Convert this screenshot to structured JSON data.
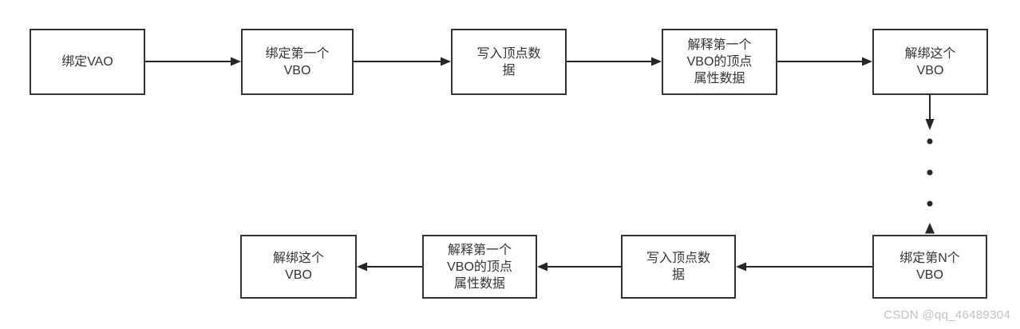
{
  "diagram": {
    "type": "flowchart",
    "nodes": [
      {
        "id": "bind-vao",
        "label": "绑定VAO"
      },
      {
        "id": "bind-first-vbo",
        "label": "绑定第一个\nVBO"
      },
      {
        "id": "write-vertex-data-top",
        "label": "写入顶点数\n据"
      },
      {
        "id": "explain-first-vbo-attrs-top",
        "label": "解释第一个\nVBO的顶点\n属性数据"
      },
      {
        "id": "unbind-this-vbo-top",
        "label": "解绑这个\nVBO"
      },
      {
        "id": "unbind-this-vbo-bottom",
        "label": "解绑这个\nVBO"
      },
      {
        "id": "explain-first-vbo-attrs-bottom",
        "label": "解释第一个\nVBO的顶点\n属性数据"
      },
      {
        "id": "write-vertex-data-bottom",
        "label": "写入顶点数\n据"
      },
      {
        "id": "bind-nth-vbo",
        "label": "绑定第N个\nVBO"
      }
    ],
    "edges": [
      {
        "from": "bind-vao",
        "to": "bind-first-vbo"
      },
      {
        "from": "bind-first-vbo",
        "to": "write-vertex-data-top"
      },
      {
        "from": "write-vertex-data-top",
        "to": "explain-first-vbo-attrs-top"
      },
      {
        "from": "explain-first-vbo-attrs-top",
        "to": "unbind-this-vbo-top"
      },
      {
        "from": "unbind-this-vbo-top",
        "to": "ellipsis"
      },
      {
        "from": "ellipsis",
        "to": "bind-nth-vbo"
      },
      {
        "from": "bind-nth-vbo",
        "to": "write-vertex-data-bottom"
      },
      {
        "from": "write-vertex-data-bottom",
        "to": "explain-first-vbo-attrs-bottom"
      },
      {
        "from": "explain-first-vbo-attrs-bottom",
        "to": "unbind-this-vbo-bottom"
      }
    ],
    "ellipsis_dots": 3
  },
  "watermark": {
    "text": "CSDN @qq_46489304"
  },
  "colors": {
    "background": "#ffffff",
    "box_border": "#2f3437",
    "box_fill": "#ffffff",
    "text": "#333333",
    "arrow": "#242628",
    "watermark": "#c3c3c3"
  }
}
